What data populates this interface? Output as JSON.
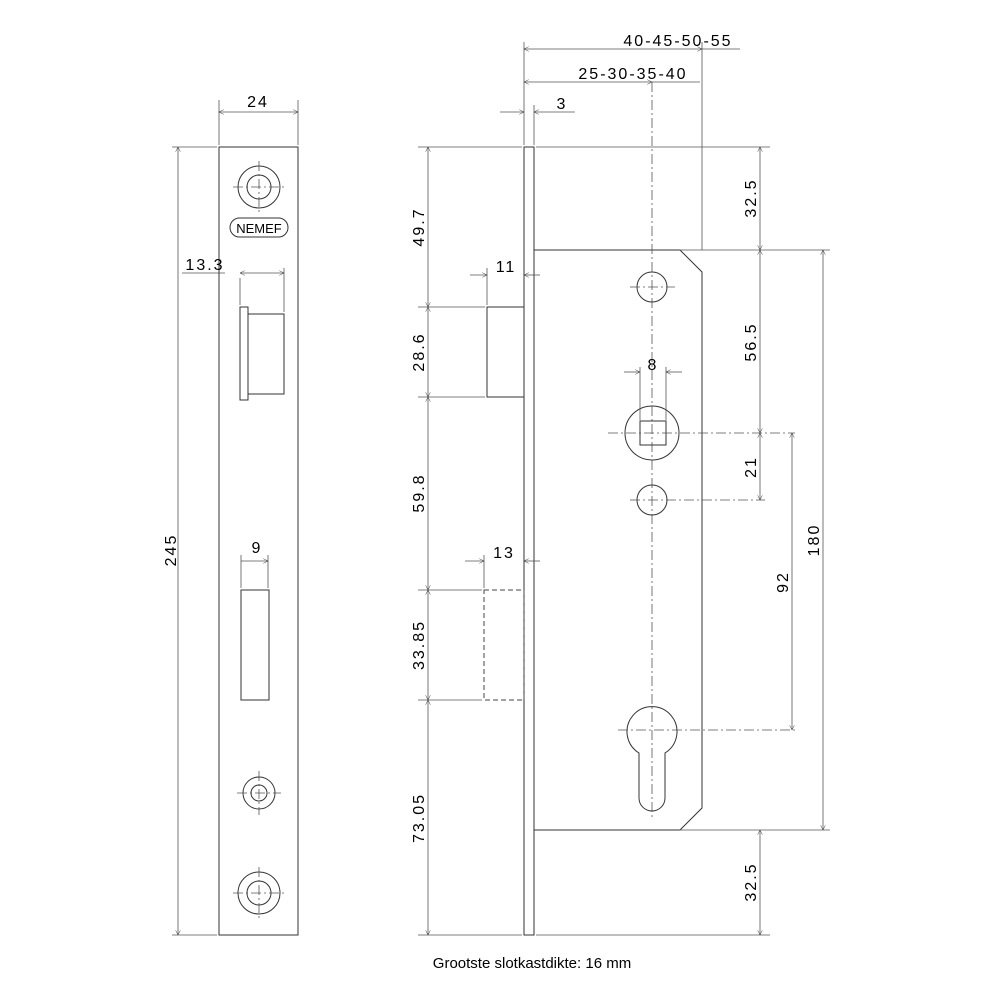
{
  "front_view": {
    "width_dim": "24",
    "height_dim": "245",
    "latch_offset_dim": "13.3",
    "bolt_width_dim": "9",
    "brand_label": "NEMEF"
  },
  "side_view": {
    "backset_top": "40-45-50-55",
    "backset_second": "25-30-35-40",
    "faceplate_thickness": "3",
    "latch_projection": "11",
    "bolt_projection": "13",
    "spindle_square": "8",
    "left_dims": [
      "49.7",
      "28.6",
      "59.8",
      "33.85",
      "73.05"
    ],
    "right_dims": {
      "top_margin": "32.5",
      "screw_to_spindle": "56.5",
      "spindle_to_screw": "21",
      "bottom_margin": "32.5",
      "spindle_to_cylinder": "92",
      "case_height": "180"
    }
  },
  "caption": "Grootste slotkastdikte: 16 mm"
}
